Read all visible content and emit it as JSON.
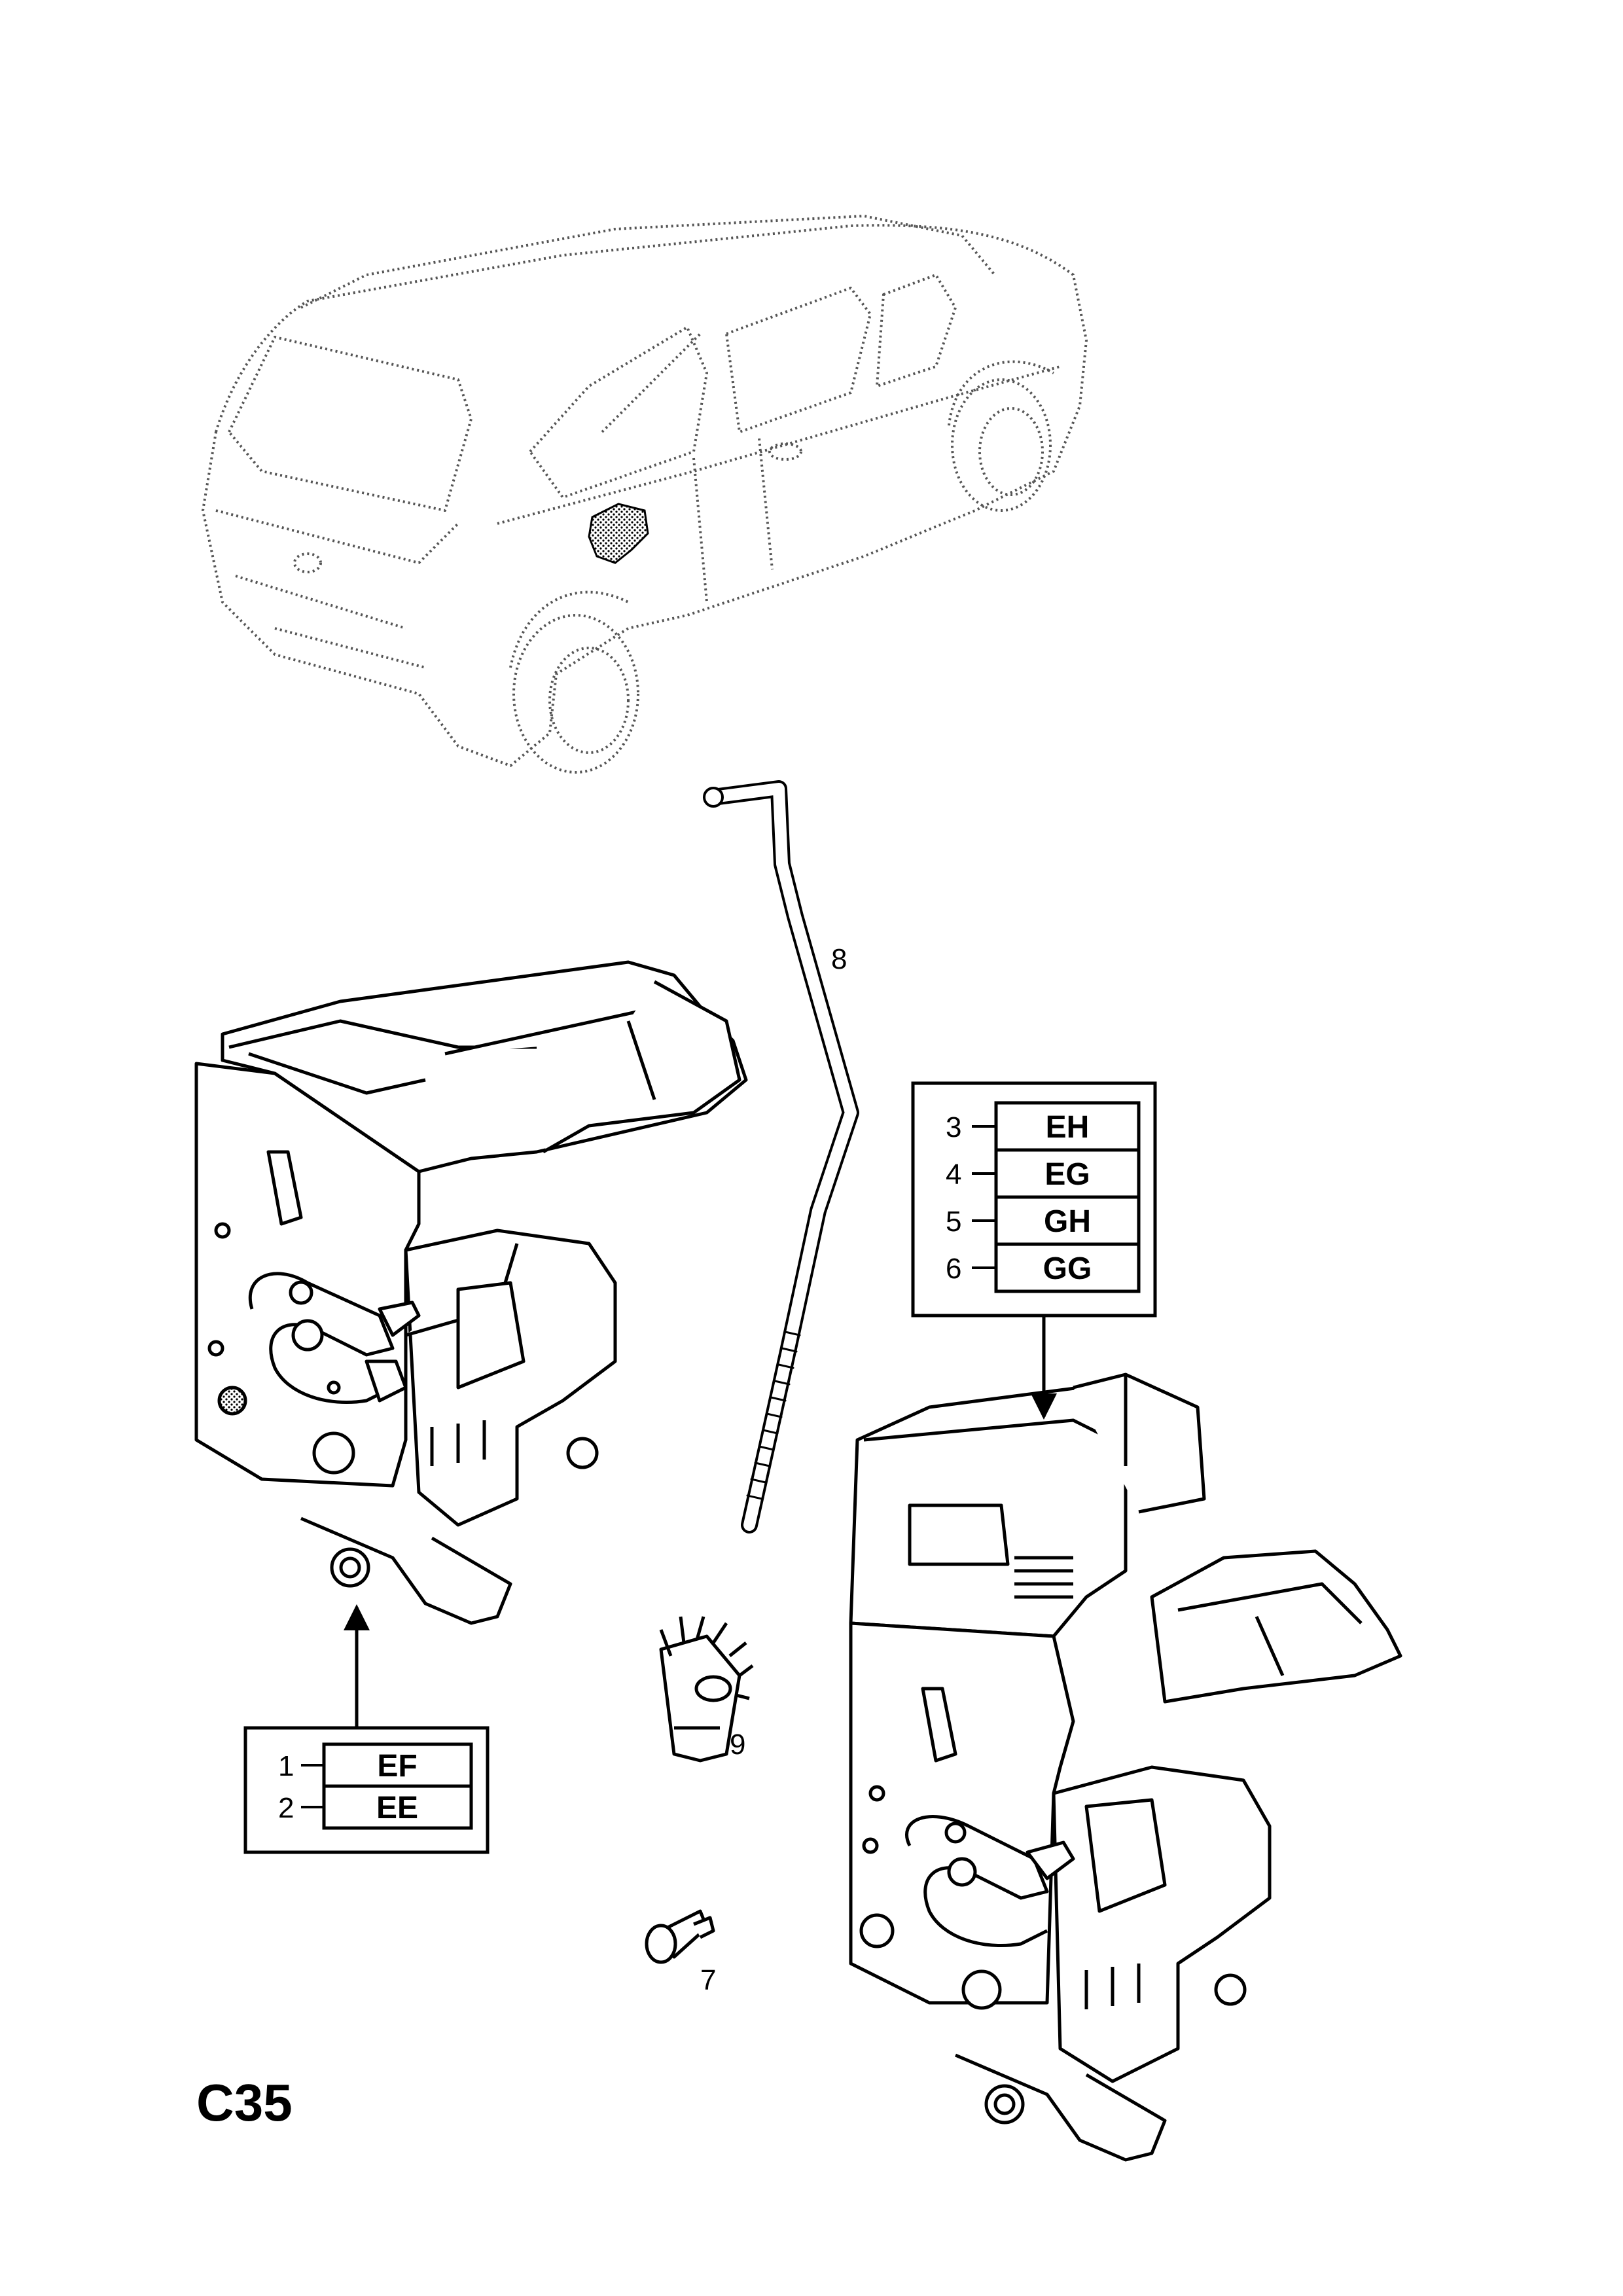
{
  "page_code": "C35",
  "callouts": {
    "c1": "1",
    "c2": "2",
    "c3": "3",
    "c4": "4",
    "c5": "5",
    "c6": "6",
    "c7": "7",
    "c8": "8",
    "c9": "9"
  },
  "codes_left": {
    "r1": "EF",
    "r2": "EE"
  },
  "codes_right": {
    "r3": "EH",
    "r4": "EG",
    "r5": "GH",
    "r6": "GG"
  },
  "colors": {
    "line": "#000000",
    "dotted": "#555555",
    "background": "#ffffff"
  }
}
